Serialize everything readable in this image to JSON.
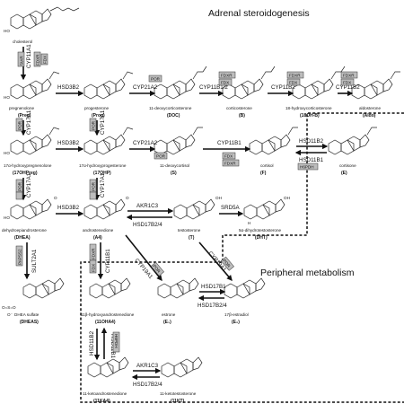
{
  "titles": {
    "adrenal": "Adrenal steroidogenesis",
    "peripheral": "Peripheral metabolism"
  },
  "compounds": [
    {
      "id": "cholesterol",
      "name": "cholesterol",
      "abbr": ""
    },
    {
      "id": "preg",
      "name": "pregnenolone",
      "abbr": "(Preg)"
    },
    {
      "id": "prog",
      "name": "progesterone",
      "abbr": "(Prog)"
    },
    {
      "id": "doc",
      "name": "11-deoxycorticosterone",
      "abbr": "(DOC)"
    },
    {
      "id": "b",
      "name": "corticosterone",
      "abbr": "(B)"
    },
    {
      "id": "18ohb",
      "name": "18-hydroxycorticosterone",
      "abbr": "(18OH-B)"
    },
    {
      "id": "aldo",
      "name": "aldosterone",
      "abbr": "(Aldo)"
    },
    {
      "id": "17ohpreg",
      "name": "17α-hydroxypregnenolone",
      "abbr": "(17OHPreg)"
    },
    {
      "id": "17ohp",
      "name": "17α-hydroxyprogesterone",
      "abbr": "(17OHP)"
    },
    {
      "id": "s",
      "name": "11-deoxycortisol",
      "abbr": "(S)"
    },
    {
      "id": "f",
      "name": "cortisol",
      "abbr": "(F)"
    },
    {
      "id": "e",
      "name": "cortisone",
      "abbr": "(E)"
    },
    {
      "id": "dhea",
      "name": "dehydroepiandrosterone",
      "abbr": "(DHEA)"
    },
    {
      "id": "a4",
      "name": "androstenedione",
      "abbr": "(A4)"
    },
    {
      "id": "t",
      "name": "testosterone",
      "abbr": "(T)"
    },
    {
      "id": "dht",
      "name": "5α-dihydrotestosterone",
      "abbr": "(DHT)"
    },
    {
      "id": "dheas",
      "name": "DHEA sulfate",
      "abbr": "(DHEAS)"
    },
    {
      "id": "11oha4",
      "name": "11β-hydroxyandrostenedione",
      "abbr": "(11OHA4)"
    },
    {
      "id": "e1",
      "name": "estrone",
      "abbr": "(E₁)"
    },
    {
      "id": "e2",
      "name": "17β-estradiol",
      "abbr": "(E₂)"
    },
    {
      "id": "11ka4",
      "name": "11-ketoandrostenedione",
      "abbr": "(11KA4)"
    },
    {
      "id": "11kt",
      "name": "11-ketotestosterone",
      "abbr": "(11KT)"
    }
  ],
  "enzymes": {
    "cyp11a1": "CYP11A1",
    "hsd3b2": "HSD3B2",
    "cyp21a2": "CYP21A2",
    "cyp11b1_2": "CYP11B1/2",
    "cyp11b2": "CYP11B2",
    "cyp17a1": "CYP17A1",
    "cyp11b1": "CYP11B1",
    "hsd11b2": "HSD11B2",
    "hsd11b1": "HSD11B1",
    "akr1c3": "AKR1C3",
    "hsd17b2_4": "HSD17B2/4",
    "srd5a": "SRD5A",
    "sult2a1": "SULT2A1",
    "cyp19a1": "CYP19A1",
    "hsd17b1": "HSD17B1"
  },
  "cofactors": {
    "star": "StAR",
    "fdxr": "FDXR",
    "fdx": "FDX",
    "por": "POR",
    "h6pdh": "H6PDH",
    "cyb5": "CYB5",
    "papss2": "PAPSS2"
  },
  "substituents": {
    "ho": "HO",
    "o": "O",
    "oh": "OH",
    "h": "H",
    "ooo": "O=S=O",
    "o_minus": "O⁻"
  }
}
